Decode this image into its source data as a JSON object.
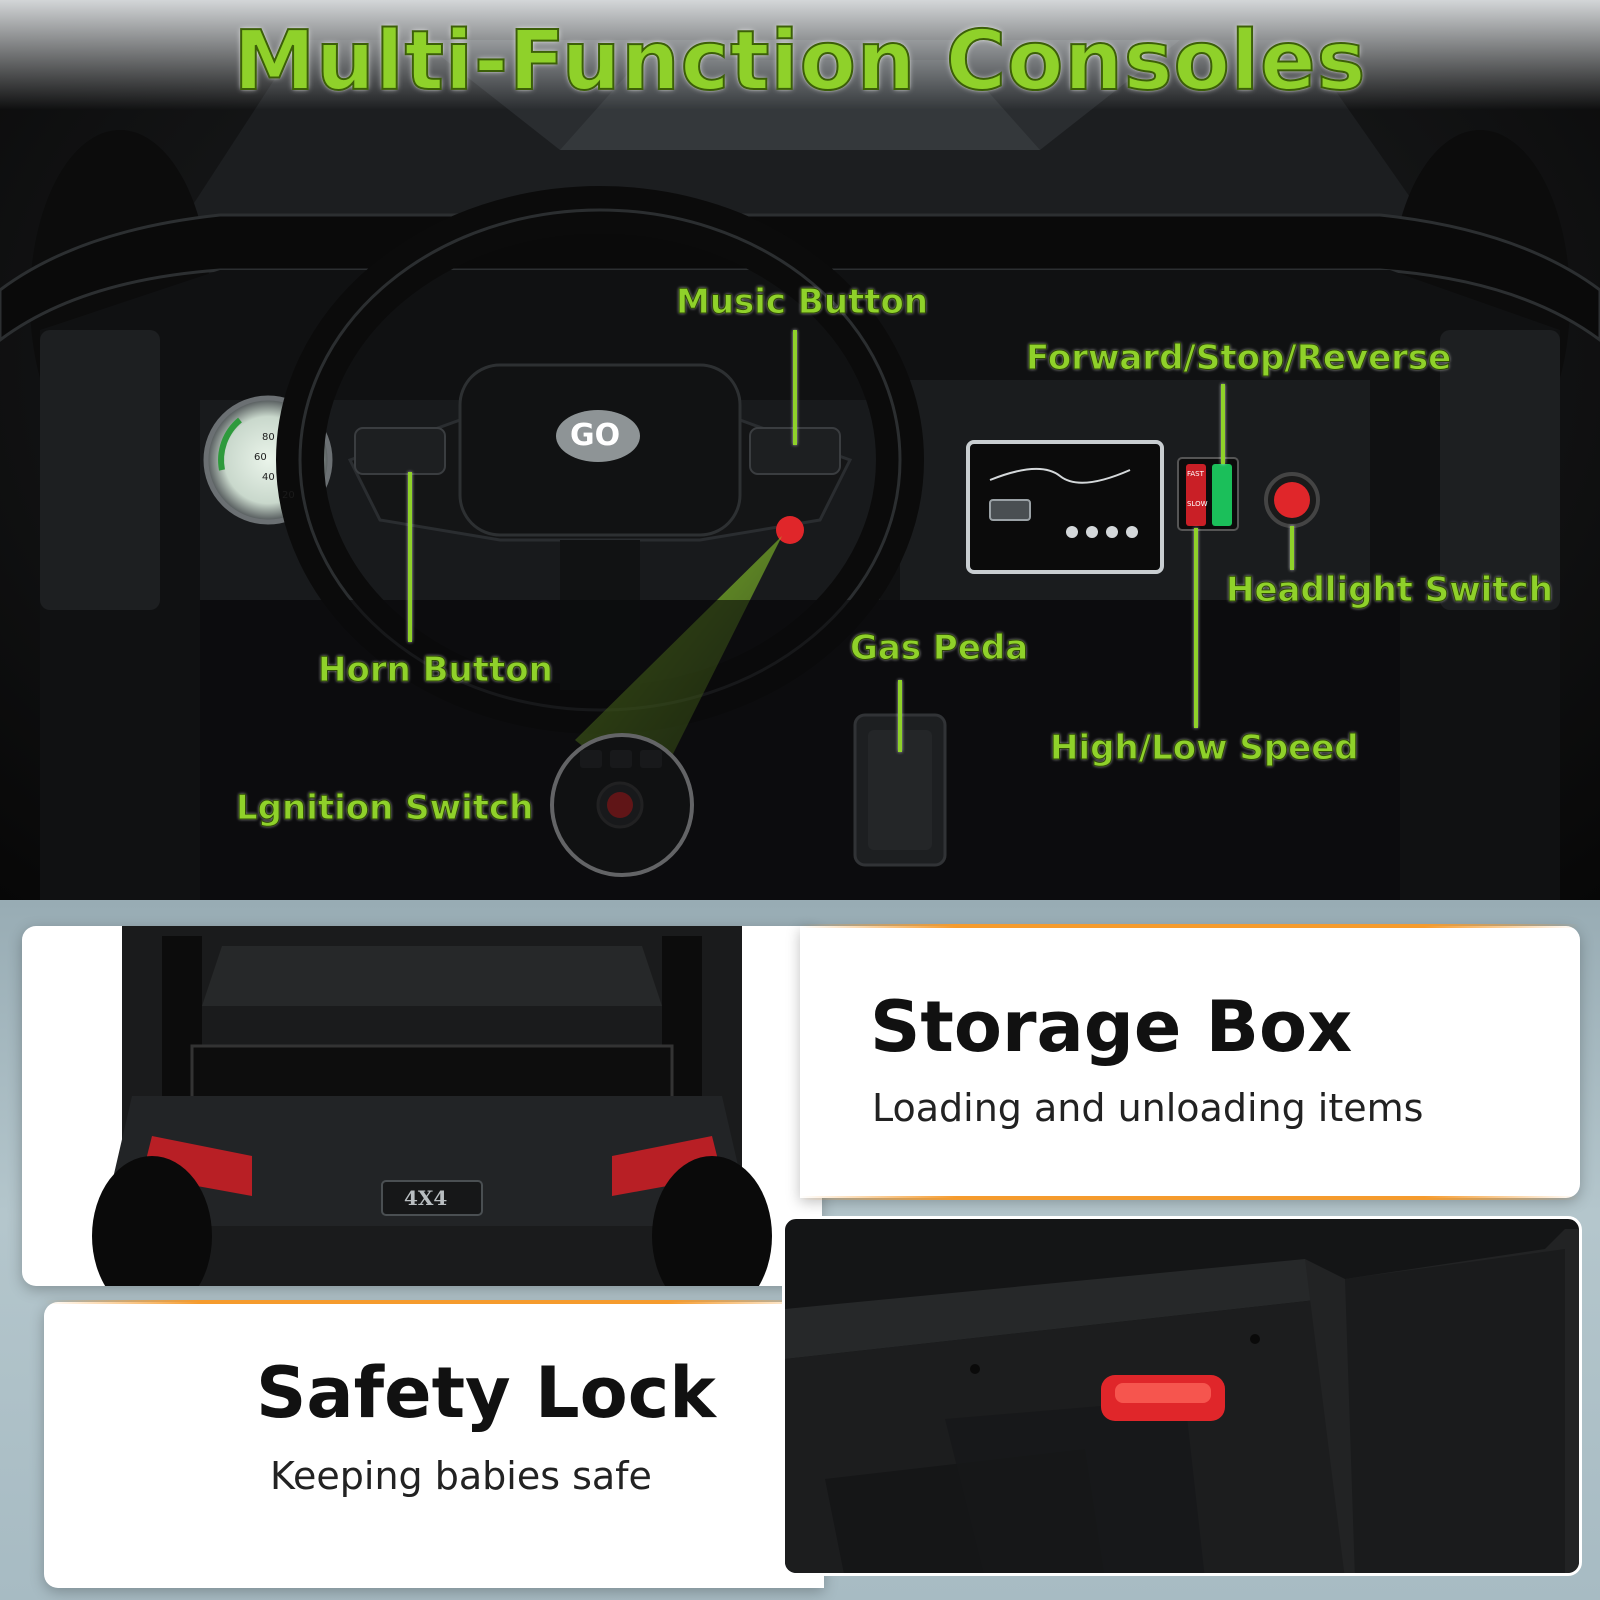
{
  "header": {
    "title": "Multi-Function Consoles"
  },
  "console": {
    "callouts": {
      "music_button": "Music Button",
      "forward_stop_reverse": "Forward/Stop/Reverse",
      "headlight_switch": "Headlight Switch",
      "horn_button": "Horn Button",
      "gas_pedal": "Gas Peda",
      "high_low_speed": "High/Low Speed",
      "ignition_switch": "Lgnition Switch"
    },
    "steering_logo": "GO",
    "speed_switch_labels": {
      "fast": "FAST",
      "slow": "SLOW"
    },
    "gauge_ticks": [
      "80",
      "60",
      "40",
      "20"
    ]
  },
  "rear": {
    "badge": "4X4"
  },
  "features": [
    {
      "title": "Storage Box",
      "subtitle": "Loading and unloading items"
    },
    {
      "title": "Safety Lock",
      "subtitle": "Keeping babies safe"
    }
  ],
  "colors": {
    "callout_green": "#8fd12a",
    "accent_orange": "#f59b2d",
    "lock_red": "#e0262a",
    "switch_green": "#1bbf5a"
  }
}
